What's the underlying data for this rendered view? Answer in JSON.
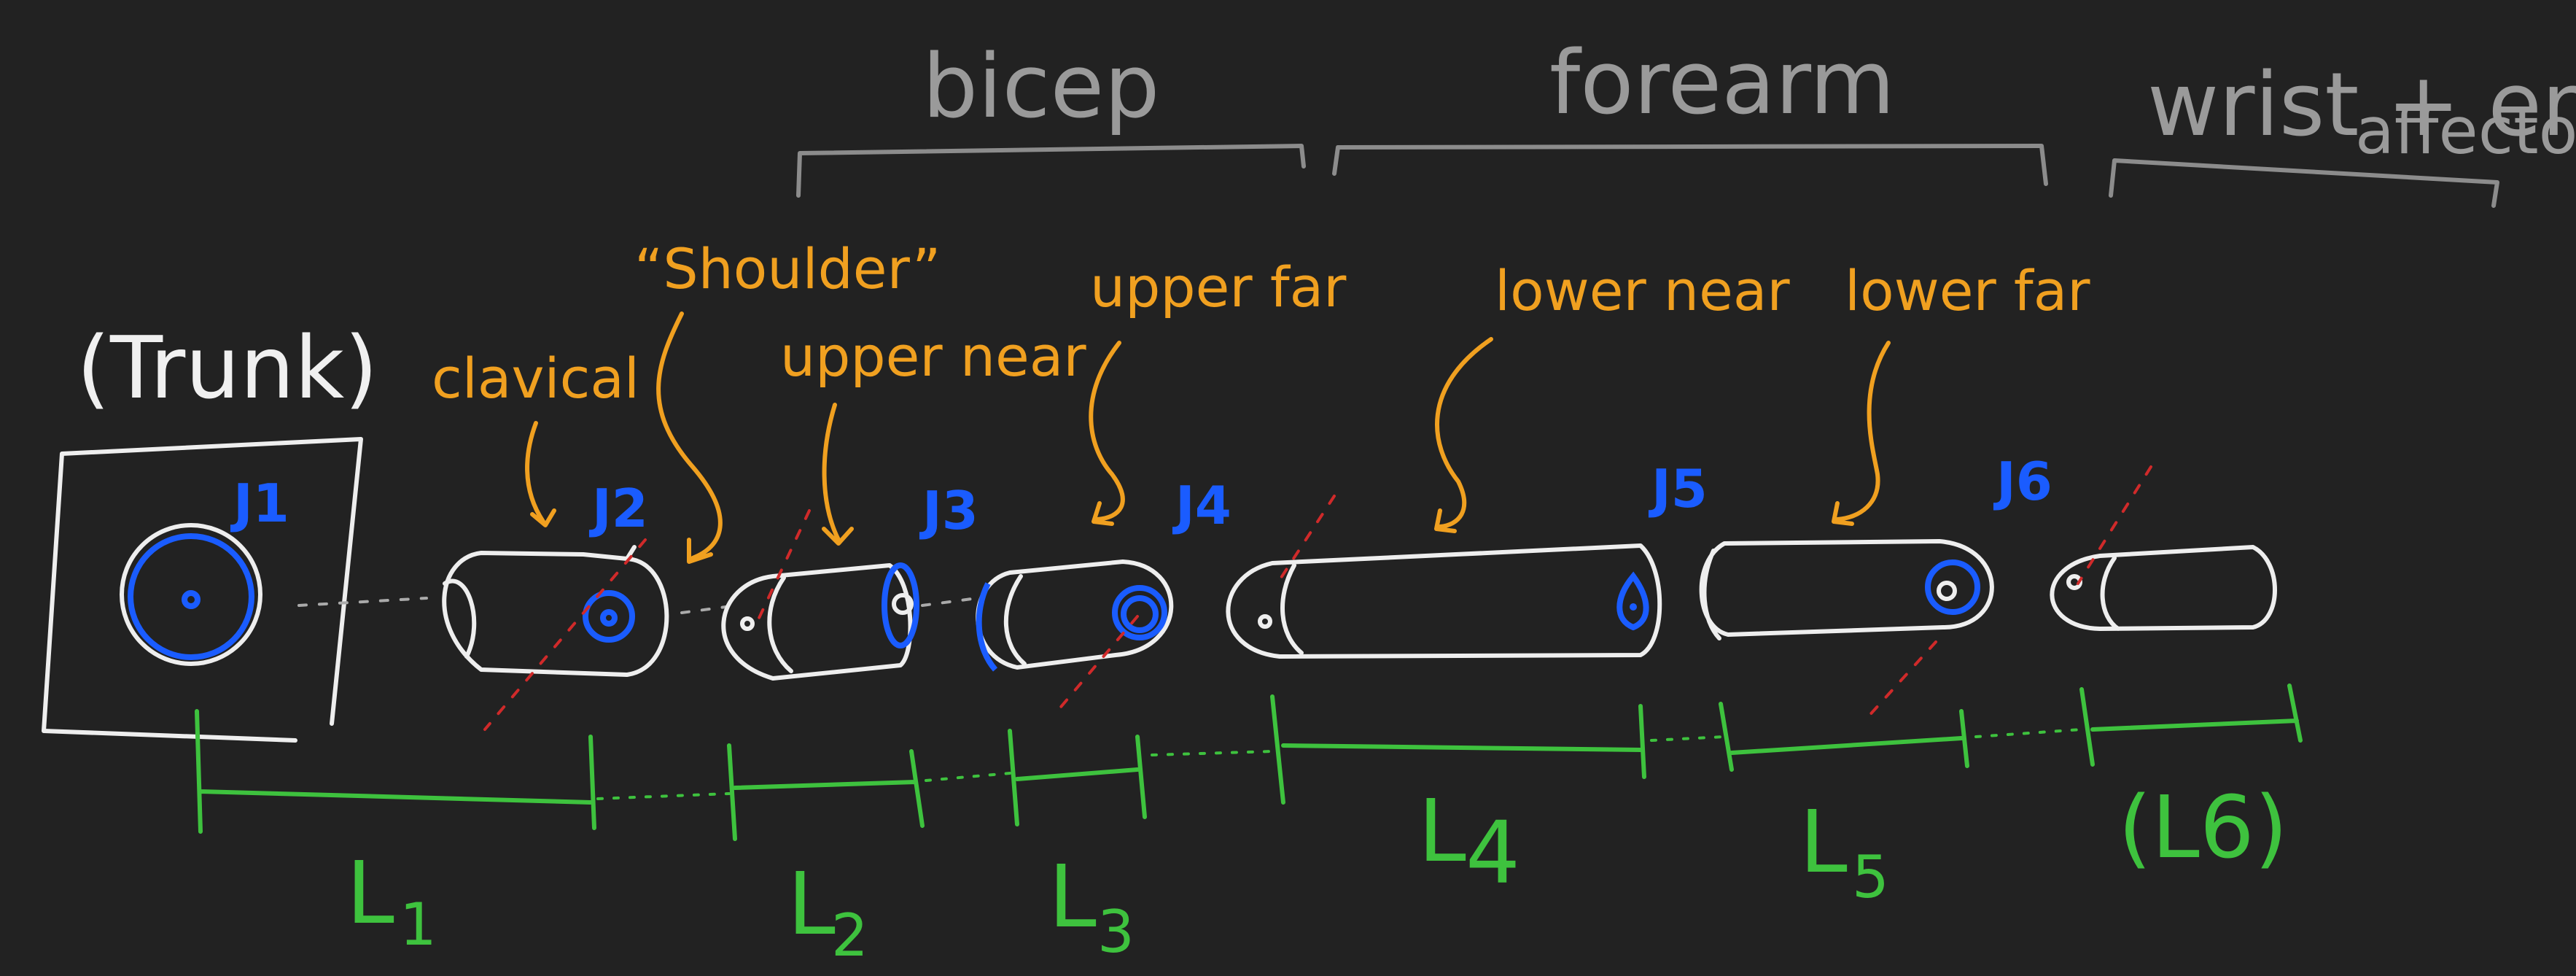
{
  "groups": {
    "bicep": "bicep",
    "forearm": "forearm",
    "wrist_line1": "wrist + end",
    "wrist_line2": "affector"
  },
  "trunk": {
    "label": "(Trunk)"
  },
  "segments": {
    "clavical": "clavical",
    "shoulder": "“Shoulder”",
    "upper_near": "upper near",
    "upper_far": "upper far",
    "lower_near": "lower near",
    "lower_far": "lower far"
  },
  "joints": {
    "j1": "J1",
    "j2": "J2",
    "j3": "J3",
    "j4": "J4",
    "j5": "J5",
    "j6": "J6"
  },
  "lengths": {
    "l1": "L",
    "l1_sub": "1",
    "l2": "L",
    "l2_sub": "2",
    "l3": "L",
    "l3_sub": "3",
    "l4": "L",
    "l4_sub": "4",
    "l5": "L",
    "l5_sub": "5",
    "l6": "(L6)"
  },
  "colors": {
    "background": "#222222",
    "group_bracket": "#8c8c8c",
    "segment_label": "#f0a020",
    "joint": "#1a5cff",
    "length": "#3ec23e",
    "axis": "#d02a2a",
    "outline": "#eeeeee"
  }
}
